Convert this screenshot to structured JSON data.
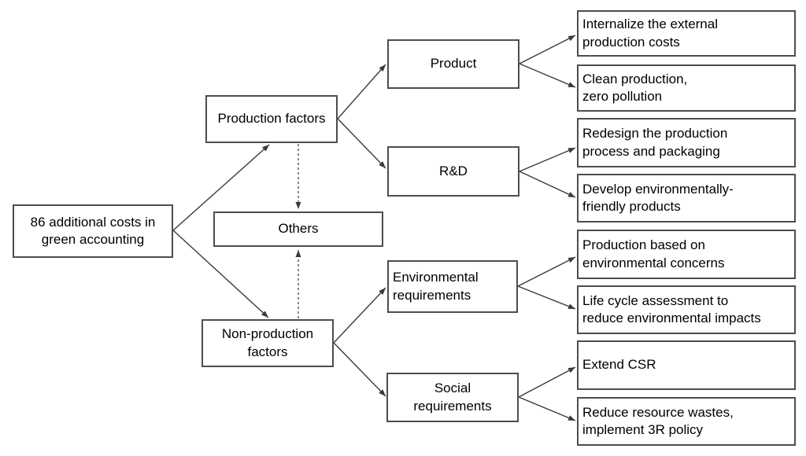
{
  "diagram": {
    "nodes": {
      "root": {
        "label": "86 additional costs in\ngreen accounting"
      },
      "production_factors": {
        "label": "Production factors"
      },
      "others": {
        "label": "Others"
      },
      "non_production_factors": {
        "label": "Non-production\nfactors"
      },
      "product": {
        "label": "Product"
      },
      "rnd": {
        "label": "R&D"
      },
      "environmental_requirements": {
        "label": "Environmental\nrequirements"
      },
      "social_requirements": {
        "label": "Social\nrequirements"
      },
      "leaves": [
        {
          "label": "Internalize the external\nproduction costs"
        },
        {
          "label": "Clean production,\nzero pollution"
        },
        {
          "label": "Redesign the production\nprocess and packaging"
        },
        {
          "label": "Develop environmentally-\nfriendly products"
        },
        {
          "label": "Production based on\nenvironmental concerns"
        },
        {
          "label": "Life cycle assessment to\nreduce environmental impacts"
        },
        {
          "label": "Extend CSR"
        },
        {
          "label": "Reduce resource wastes,\nimplement 3R policy"
        }
      ]
    },
    "colors": {
      "background": "#ffffff",
      "box_border": "#4d4d4d",
      "line": "#3a3a3a",
      "text": "#000000"
    }
  }
}
